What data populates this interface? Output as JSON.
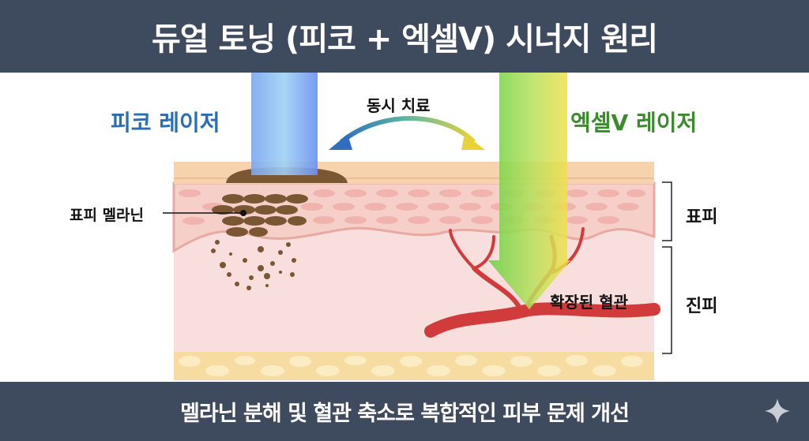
{
  "header": {
    "title": "듀얼 토닝 (피코 + 엑셀V) 시너지 원리"
  },
  "labels": {
    "pico_laser": "피코 레이저",
    "excel_v_laser": "엑셀V 레이저",
    "simultaneous": "동시 치료",
    "epidermal_melanin": "표피 멜라닌",
    "dilated_vessel": "확장된 혈관",
    "epidermis": "표피",
    "dermis": "진피"
  },
  "footer": {
    "caption": "멜라닌 분해 및 혈관 축소로 복합적인 피부 문제 개선"
  },
  "colors": {
    "bar": "#3e4a5d",
    "pico": "#2a6db5",
    "excelv": "#3b8a2c",
    "vessel": "#d23b3b",
    "melanin": "#7a5632"
  }
}
